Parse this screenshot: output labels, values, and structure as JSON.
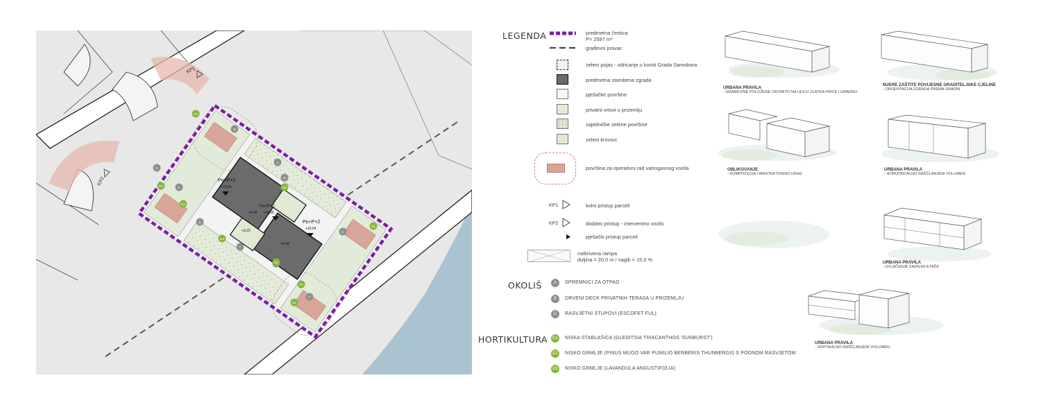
{
  "colors": {
    "boundary": "#7a1fa2",
    "building": "#6b6b6b",
    "fire_zone": "#d9a596",
    "private_garden": "#e2ebd9",
    "green_roof": "#dfe9d3",
    "pedestrian": "#f6f6f6",
    "water": "#a9c3d1",
    "ground": "#e8e8e8",
    "marker_grey": "#8f8f8f",
    "marker_green": "#8ab43c"
  },
  "plan": {
    "kp1": "KP1",
    "kp2": "KP2",
    "buildings": [
      {
        "label": "Po+P+2",
        "level": "+16.54"
      },
      {
        "label": "Po+P+2",
        "level": "+16.54"
      },
      {
        "label": "Po+P+2",
        "level": "+10.00"
      }
    ],
    "levels": [
      "+6.44",
      "+6.44",
      "+3.22"
    ],
    "markers_grey": [
      "A",
      "B",
      "B",
      "C",
      "C",
      "C",
      "C",
      "C",
      "C",
      "C"
    ],
    "markers_green": [
      "D1",
      "D1",
      "D2",
      "D2",
      "D3",
      "D3",
      "D3",
      "D3",
      "D3"
    ]
  },
  "legend": {
    "heading": "LEGENDA",
    "items": [
      {
        "icon": "purple-dashed-line",
        "text": "predmetna čestica",
        "text2": "P= 2597 m²"
      },
      {
        "icon": "black-dashed-line",
        "text": "građevni pravac"
      },
      {
        "icon": "dashed-box",
        "text": "zeleni pojas - odricanje u korist Grada Samobora"
      },
      {
        "icon": "dark-box",
        "text": "predmetna stambena zgrada"
      },
      {
        "icon": "white-box",
        "text": "pješačke površine"
      },
      {
        "icon": "light-green-box",
        "text": "privatni vrtovi u prizemlju"
      },
      {
        "icon": "pattern-box",
        "text": "zajedničke zelene površine"
      },
      {
        "icon": "green-box",
        "text": "zeleni krovovi"
      },
      {
        "icon": "fire-zone",
        "text": "površina za operativni rad vatrogasnog vozila"
      },
      {
        "icon": "kp1-triangle",
        "label": "KP1",
        "text": "kolni pristup parceli"
      },
      {
        "icon": "kp2-triangle",
        "label": "KP2",
        "text": "dodatni pristup - interventno vozilo"
      },
      {
        "icon": "small-triangle",
        "text": "pješački pristup parceli"
      },
      {
        "icon": "ramp",
        "text": "natkrivena rampa",
        "text2": "duljina = 20.0 m / nagib = 15.0 %"
      }
    ]
  },
  "okolis": {
    "heading": "OKOLIŠ",
    "items": [
      {
        "marker": "A",
        "text": "SPREMNICI ZA OTPAD"
      },
      {
        "marker": "B",
        "text": "DRVENI DECK PRIVATNIH TERASA U PRIZEMLJU"
      },
      {
        "marker": "C",
        "text": "RASVJETNI STUPOVI (ESCOFET FUL)"
      }
    ]
  },
  "hortikultura": {
    "heading": "HORTIKULTURA",
    "items": [
      {
        "marker": "D1",
        "text": "NISKA STABLAŠICA (GLEDITSIA TRIACANTHOS 'SUNBURST')"
      },
      {
        "marker": "D2",
        "text": "NISKO GRMLJE (PINUS MUGO VAR PUMILIO BERBERIS THUNBERGII) S PODNOM RASVJETOM"
      },
      {
        "marker": "D3",
        "text": "NISKO GRMLJE (LAVANDULA ANGUSTIFOLIA)"
      }
    ]
  },
  "volumes": [
    {
      "title": "URBANA PRAVILA",
      "subtitle": "- GRAĐEVINE POLOŽENE OKOMITO NA ULICU ZLATKA PRICE I GRADNU"
    },
    {
      "title": "MJERE ZAŠTITE POVIJESNE GRADITELJSKE CJELINE",
      "subtitle": "- ORIJENTACIJA ZGRADA PREMA GRADNI"
    },
    {
      "title": "OBLIKOVANJE",
      "subtitle": "- KOMPOZICIJA I ARHITEKTONSKI IZRAZ"
    },
    {
      "title": "URBANA PRAVILA",
      "subtitle": "- HORIZONTALNO RAŠČLANJENI VOLUMEN"
    },
    {
      "title": "URBANA PRAVILA",
      "subtitle": "- UVLAČENJE ZADNJIH ETAŽA"
    },
    {
      "title": "URBANA PRAVILA",
      "subtitle": "- VERTIKALNO RAŠČLANJENI VOLUMEN"
    }
  ]
}
